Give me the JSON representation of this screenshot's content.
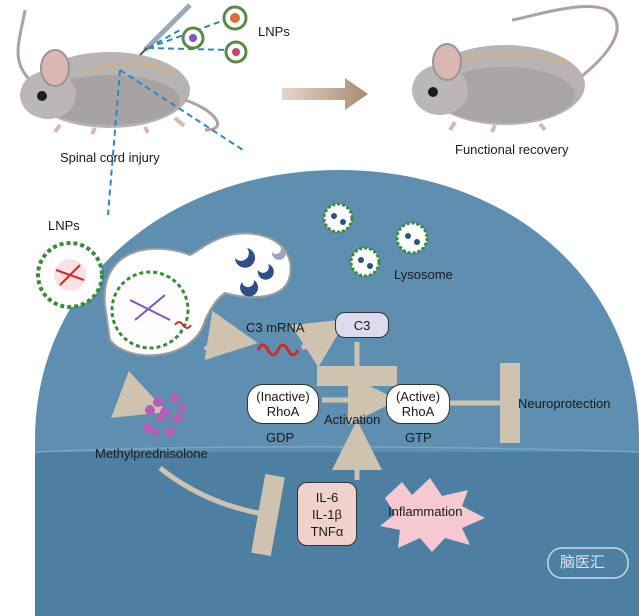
{
  "mice": {
    "injury_label": "Spinal cord injury",
    "recovery_label": "Functional recovery",
    "lnps_label": "LNPs"
  },
  "cell": {
    "lnps_label": "LNPs",
    "lysosome_label": "Lysosome",
    "c3_mrna_label": "C3 mRNA",
    "c3_label": "C3",
    "inactive_rhoa": {
      "line1": "(Inactive)",
      "line2": "RhoA"
    },
    "active_rhoa": {
      "line1": "(Active)",
      "line2": "RhoA"
    },
    "gdp_label": "GDP",
    "gtp_label": "GTP",
    "activation_label": "Activation",
    "neuroprotection_label": "Neuroprotection",
    "methylprednisolone_label": "Methylprednisolone",
    "cytokines": [
      "IL-6",
      "IL-1β",
      "TNFα"
    ],
    "inflammation_label": "Inflammation"
  },
  "watermark": "脑医汇",
  "colors": {
    "cell_fill": "#5f8fb0",
    "cell_lower": "#3d7397",
    "arrow": "#cfc3b0",
    "c3_box": "#dcdcee",
    "cytokine_box": "#f1d2cb",
    "inflammation": "#f6c9d2",
    "mrna": "#d62828",
    "lnp_dashed": "#2f86c6",
    "lysosome_crescent": "#2f4f8a",
    "methylpred_bead": "#b55fb8"
  }
}
